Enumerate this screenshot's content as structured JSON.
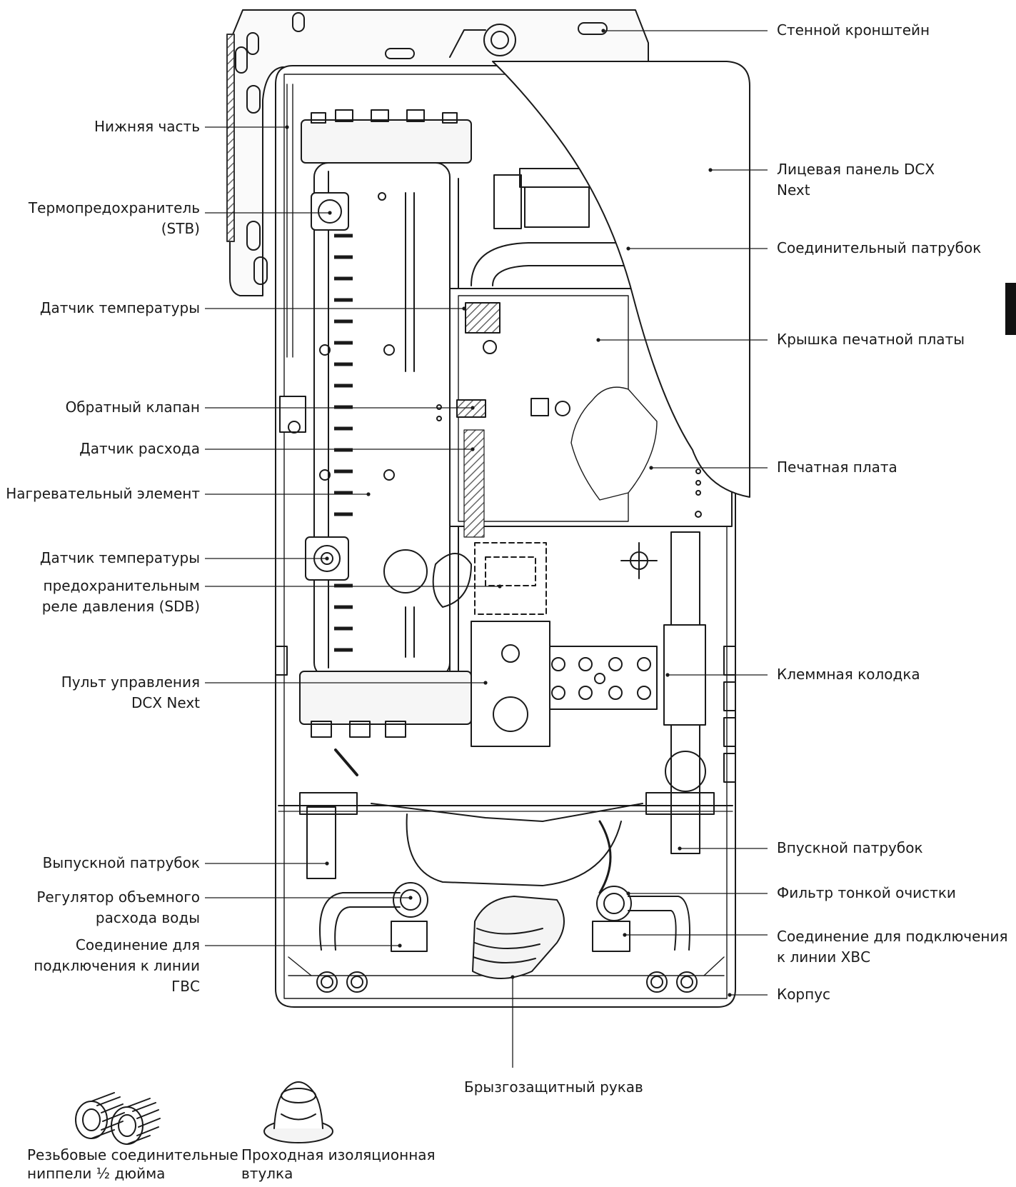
{
  "labels_left": [
    {
      "id": "lower-part",
      "lines": [
        "Нижняя часть"
      ]
    },
    {
      "id": "thermal-fuse",
      "lines": [
        "Термопредохранитель",
        "(STB)"
      ]
    },
    {
      "id": "temp-sensor-1",
      "lines": [
        "Датчик температуры"
      ]
    },
    {
      "id": "check-valve",
      "lines": [
        "Обратный клапан"
      ]
    },
    {
      "id": "flow-sensor",
      "lines": [
        "Датчик расхода"
      ]
    },
    {
      "id": "heating-element",
      "lines": [
        "Нагревательный элемент"
      ]
    },
    {
      "id": "temp-sensor-2",
      "lines": [
        "Датчик температуры"
      ]
    },
    {
      "id": "pressure-relay",
      "lines": [
        "предохранительным",
        "реле давления (SDB)"
      ]
    },
    {
      "id": "control-panel",
      "lines": [
        "Пульт управления",
        "DCX Next"
      ]
    },
    {
      "id": "outlet-pipe",
      "lines": [
        "Выпускной патрубок"
      ]
    },
    {
      "id": "flow-regulator",
      "lines": [
        "Регулятор объемного",
        "расхода воды"
      ]
    },
    {
      "id": "hot-water-connection",
      "lines": [
        "Соединение для",
        "подключения к линии",
        "ГВС"
      ]
    }
  ],
  "labels_right": [
    {
      "id": "wall-bracket",
      "lines": [
        "Стенной кронштейн"
      ]
    },
    {
      "id": "front-panel",
      "lines": [
        "Лицевая панель DCX",
        "Next"
      ]
    },
    {
      "id": "connecting-pipe",
      "lines": [
        "Соединительный патрубок"
      ]
    },
    {
      "id": "pcb-cover",
      "lines": [
        "Крышка печатной платы"
      ]
    },
    {
      "id": "pcb",
      "lines": [
        "Печатная плата"
      ]
    },
    {
      "id": "terminal-block",
      "lines": [
        "Клеммная колодка"
      ]
    },
    {
      "id": "inlet-pipe",
      "lines": [
        "Впускной патрубок"
      ]
    },
    {
      "id": "fine-filter",
      "lines": [
        "Фильтр тонкой очистки"
      ]
    },
    {
      "id": "cold-water-connection",
      "lines": [
        "Соединение для подключения",
        "к линии ХВС"
      ]
    },
    {
      "id": "housing",
      "lines": [
        "Корпус"
      ]
    }
  ],
  "label_bottom": {
    "id": "splash-sleeve",
    "lines": [
      "Брызгозащитный рукав"
    ]
  },
  "accessories": [
    {
      "id": "threaded-nipples",
      "lines": [
        "Резьбовые соединительные",
        "ниппели ½ дюйма"
      ]
    },
    {
      "id": "insulating-grommet",
      "lines": [
        "Проходная изоляционная",
        "втулка"
      ]
    }
  ],
  "colors": {
    "ink": "#1a1a1a",
    "fill_light": "#f4f4f4",
    "hatch": "#555555",
    "tab": "#111111"
  }
}
